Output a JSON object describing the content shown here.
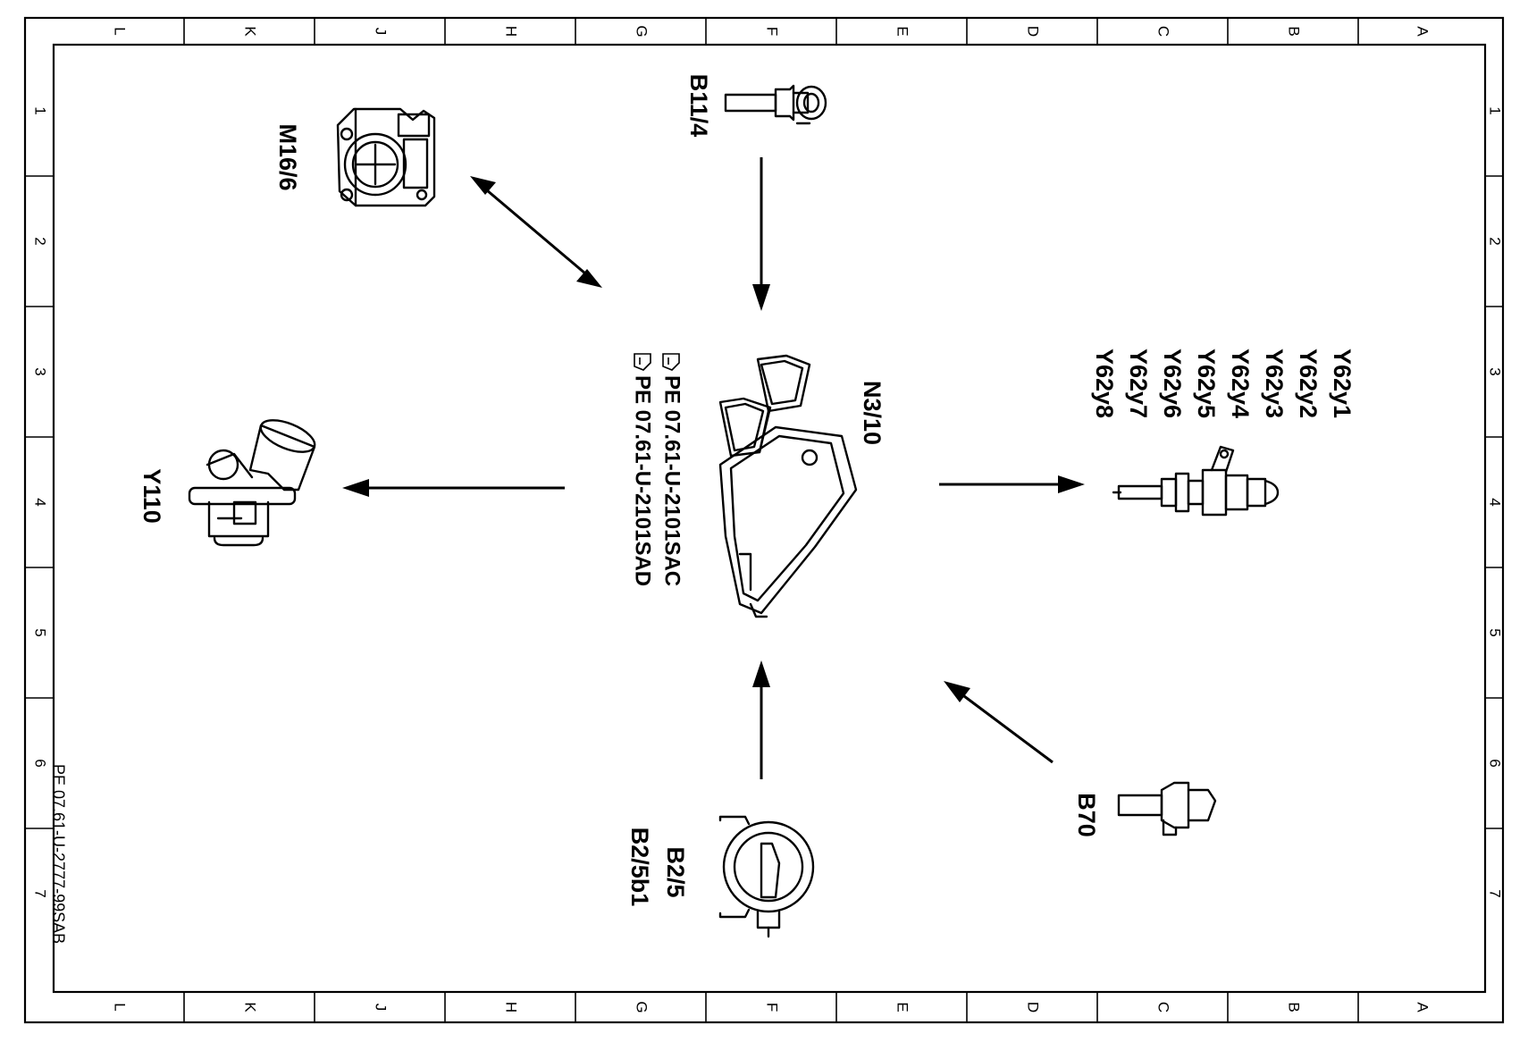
{
  "grid": {
    "columns": [
      "L",
      "K",
      "J",
      "H",
      "G",
      "F",
      "E",
      "D",
      "C",
      "B",
      "A"
    ],
    "rows": [
      "1",
      "2",
      "3",
      "4",
      "5",
      "6",
      "7"
    ]
  },
  "document_ref": "PE 07.61-U-2777-99SAB",
  "components": {
    "throttle": {
      "label": "M16/6"
    },
    "coolant_sensor": {
      "label": "B11/4"
    },
    "thermostat": {
      "label": "Y110"
    },
    "control_unit": {
      "label": "N3/10"
    },
    "injectors": {
      "labels": [
        "Y62y1",
        "Y62y2",
        "Y62y3",
        "Y62y4",
        "Y62y5",
        "Y62y6",
        "Y62y7",
        "Y62y8"
      ]
    },
    "camshaft_sensor": {
      "label": "B70"
    },
    "pedal_sensor": {
      "label_1": "B2/5",
      "label_2": "B2/5b1"
    }
  },
  "references": [
    "PE  07.61-U-2101SAC",
    "PE  07.61-U-2101SAD"
  ]
}
